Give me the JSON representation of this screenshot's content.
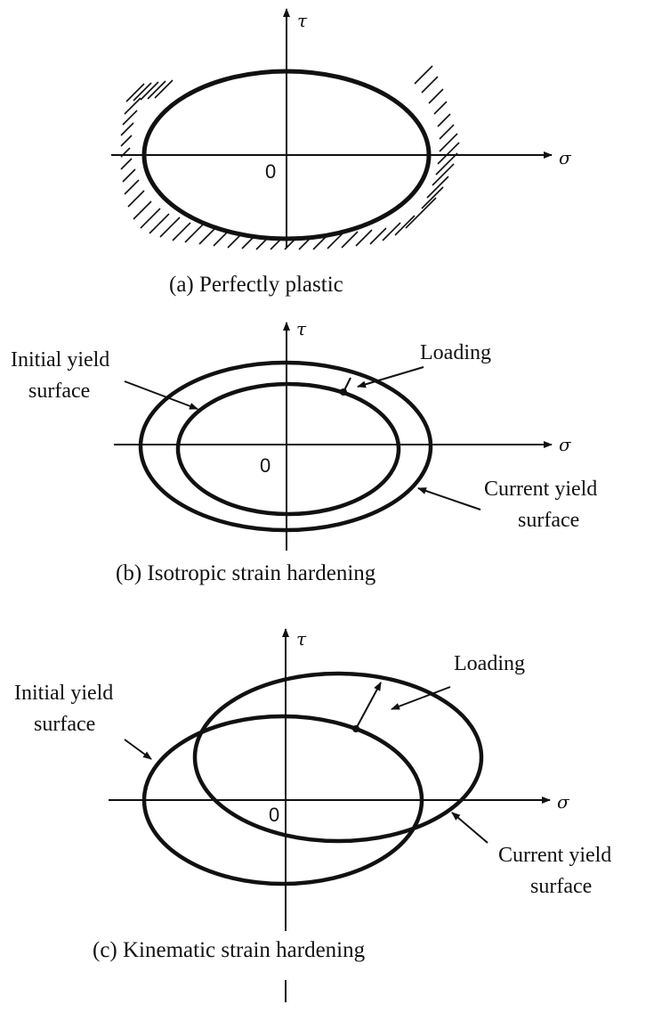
{
  "figure": {
    "panel_a": {
      "caption": "(a) Perfectly plastic",
      "sigma": "σ",
      "tau": "τ",
      "origin": "0"
    },
    "panel_b": {
      "caption": "(b) Isotropic strain hardening",
      "sigma": "σ",
      "tau": "τ",
      "origin": "0",
      "initial_line1": "Initial yield",
      "initial_line2": "surface",
      "loading": "Loading",
      "current_line1": "Current yield",
      "current_line2": "surface"
    },
    "panel_c": {
      "caption": "(c) Kinematic strain hardening",
      "sigma": "σ",
      "tau": "τ",
      "origin": "0",
      "initial_line1": "Initial yield",
      "initial_line2": "surface",
      "loading": "Loading",
      "current_line1": "Current yield",
      "current_line2": "surface"
    }
  },
  "colors": {
    "ink": "#111111",
    "background": "#ffffff"
  }
}
